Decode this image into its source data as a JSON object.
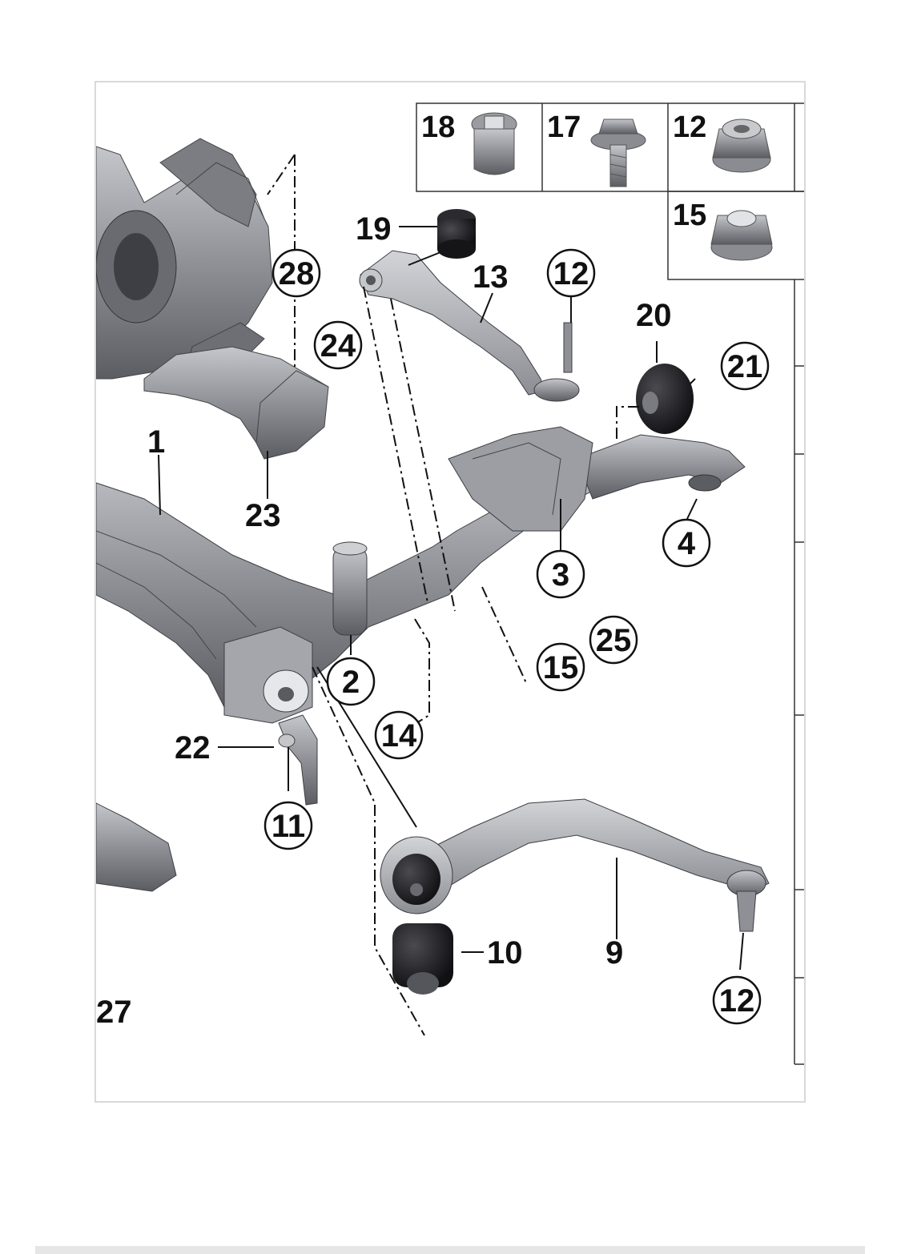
{
  "parts_box": [
    {
      "number": "18",
      "icon": "hex-socket-bolt-icon"
    },
    {
      "number": "17",
      "icon": "flange-bolt-icon"
    },
    {
      "number": "12",
      "icon": "collar-nut-icon"
    },
    {
      "number": "15",
      "icon": "hex-flange-nut-icon"
    }
  ],
  "callouts": {
    "c28": "28",
    "c24": "24",
    "c13": "13",
    "c12_upper": "12",
    "c20": "20",
    "c21": "21",
    "c1": "1",
    "c23": "23",
    "c4": "4",
    "c3": "3",
    "c25": "25",
    "c15": "15",
    "c2": "2",
    "c14": "14",
    "c22": "22",
    "c11": "11",
    "c10": "10",
    "c9": "9",
    "c12_lower": "12",
    "c27": "27",
    "c19": "19"
  },
  "colors": {
    "metal_dark": "#5f6066",
    "metal_mid": "#8d8f95",
    "metal_light": "#b9bbc0",
    "rubber": "#1e1e22",
    "frame_border": "#d9d9d9"
  }
}
